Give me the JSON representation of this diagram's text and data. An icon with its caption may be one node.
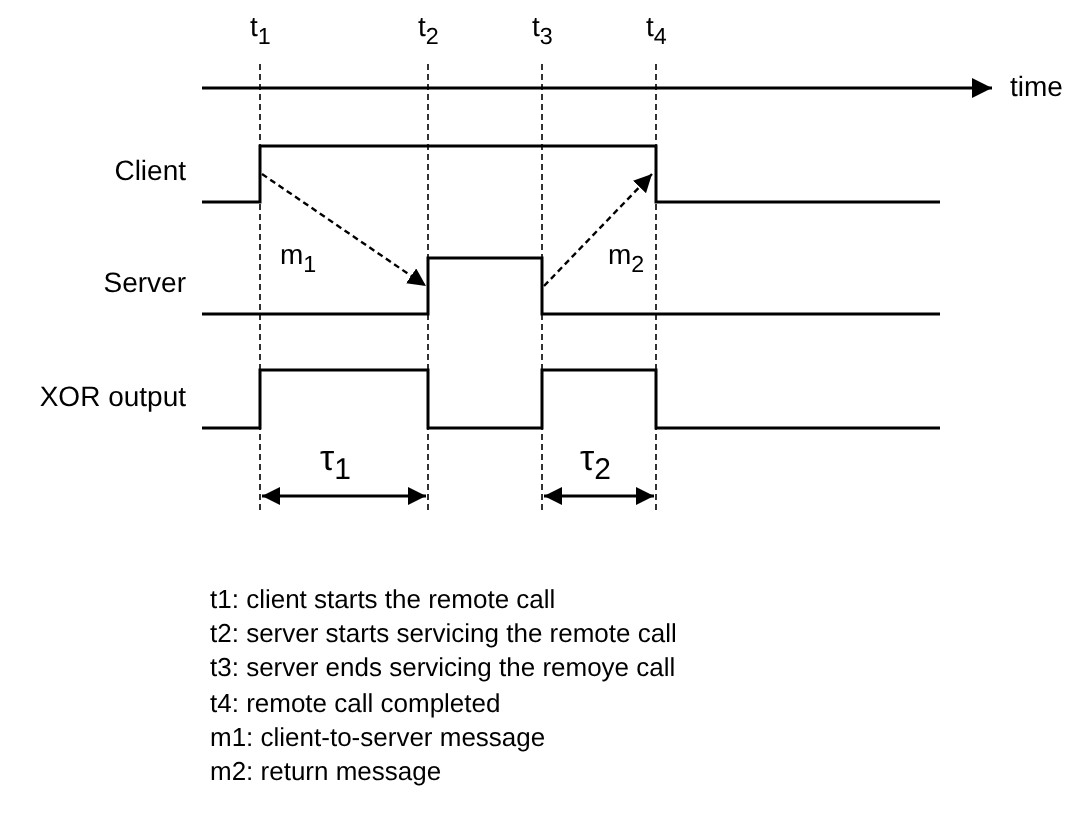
{
  "diagram": {
    "nodes": [
      {
        "text": [],
        "shape": "waveform",
        "beside": [
          "Client"
        ]
      },
      {
        "text": [],
        "shape": "waveform",
        "beside": [
          "Server"
        ]
      },
      {
        "text": [],
        "shape": "waveform",
        "beside": [
          "XOR output"
        ]
      }
    ],
    "edges": [
      {
        "from": 0,
        "to": 1,
        "arrow": "to",
        "style": "dashed",
        "label": "m$_{1}$"
      },
      {
        "from": 1,
        "to": 0,
        "arrow": "to",
        "style": "dashed",
        "label": "m$_{2}$"
      }
    ],
    "labels": [
      "t$_{1}$",
      "t$_{2}$",
      "t$_{3}$",
      "t$_{4}$",
      "time",
      "τ$_{1}$",
      "τ$_{2}$",
      "t1: client starts the remote call",
      "t2: server starts servicing the remote call",
      "t3: server ends servicing the remoye call",
      "t4: remote call completed",
      "m1: client-to-server message",
      "m2: return message"
    ]
  }
}
